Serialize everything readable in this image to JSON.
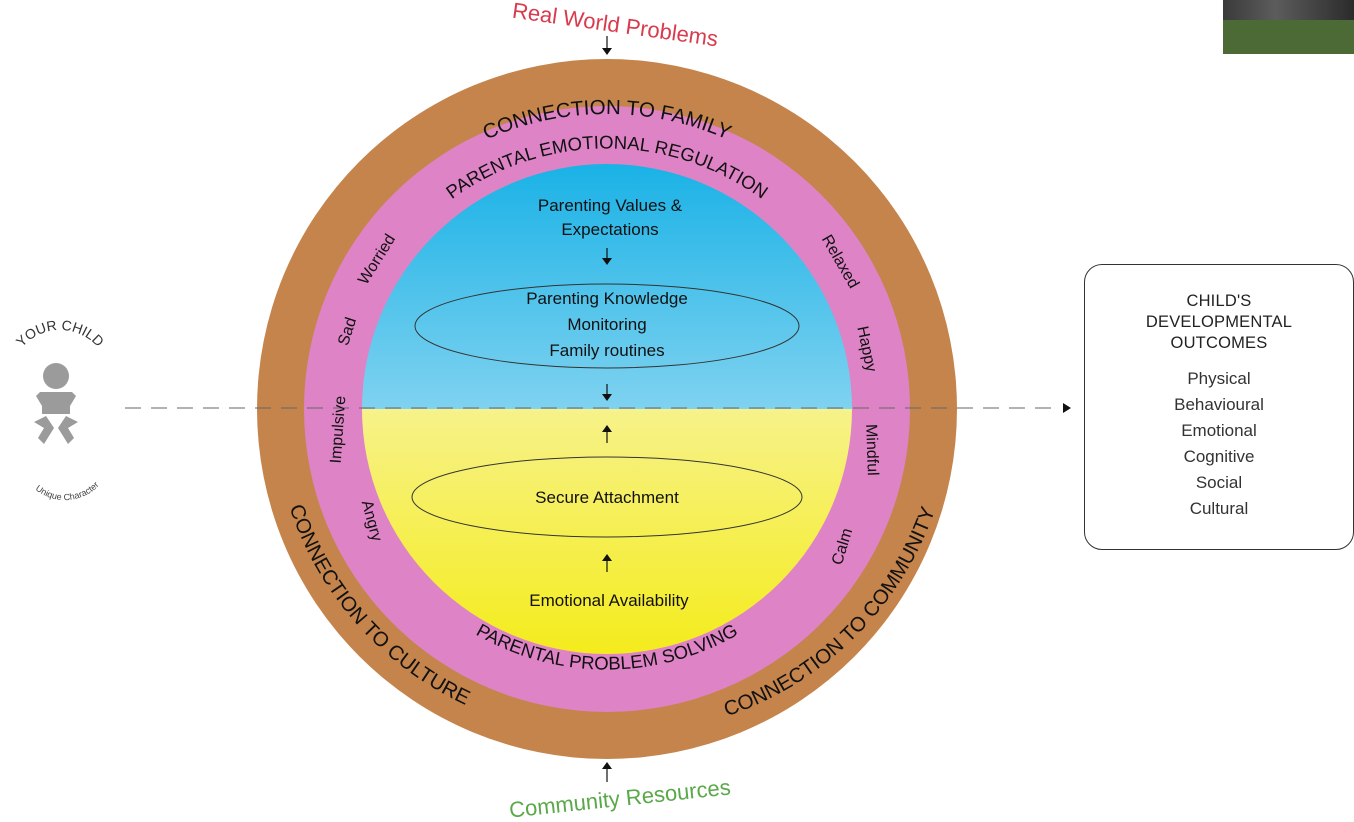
{
  "colors": {
    "outer_ring": "#c4844c",
    "middle_ring": "#de83c6",
    "upper_fill_top": "#1ab2e6",
    "upper_fill_bottom": "#7fd2f0",
    "lower_fill_top": "#f7f28a",
    "lower_fill_bottom": "#f4ec1c",
    "top_label": "#d93a4c",
    "bottom_label": "#5ba84a"
  },
  "top_input": "Real World Problems",
  "bottom_input": "Community Resources",
  "outer_ring": {
    "top": "CONNECTION TO FAMILY",
    "bottom_left": "CONNECTION TO CULTURE",
    "bottom_right": "CONNECTION TO COMMUNITY"
  },
  "middle_ring": {
    "top": "PARENTAL EMOTIONAL REGULATION",
    "bottom": "PARENTAL PROBLEM SOLVING",
    "left_emotions": [
      "Sad",
      "Worried",
      "Impulsive",
      "Angry"
    ],
    "right_emotions": [
      "Relaxed",
      "Happy",
      "Mindful",
      "Calm"
    ]
  },
  "inner": {
    "values": [
      "Parenting Values &",
      "Expectations"
    ],
    "knowledge": [
      "Parenting Knowledge",
      "Monitoring",
      "Family routines"
    ],
    "attachment": "Secure Attachment",
    "availability": "Emotional Availability"
  },
  "child": {
    "label": "YOUR CHILD",
    "sublabel": "Unique Character"
  },
  "outcomes": {
    "title": [
      "CHILD'S",
      "DEVELOPMENTAL",
      "OUTCOMES"
    ],
    "items": [
      "Physical",
      "Behavioural",
      "Emotional",
      "Cognitive",
      "Social",
      "Cultural"
    ]
  }
}
